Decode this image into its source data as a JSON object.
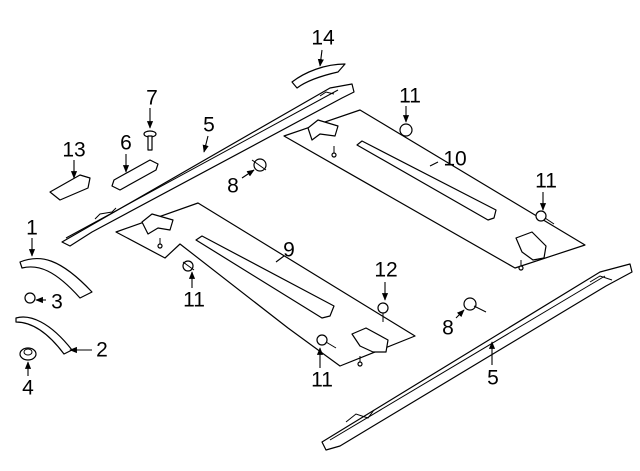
{
  "diagram": {
    "callouts": [
      {
        "id": "c1",
        "label": "1"
      },
      {
        "id": "c2",
        "label": "2"
      },
      {
        "id": "c3",
        "label": "3"
      },
      {
        "id": "c4",
        "label": "4"
      },
      {
        "id": "c5a",
        "label": "5"
      },
      {
        "id": "c5b",
        "label": "5"
      },
      {
        "id": "c6",
        "label": "6"
      },
      {
        "id": "c7",
        "label": "7"
      },
      {
        "id": "c8a",
        "label": "8"
      },
      {
        "id": "c8b",
        "label": "8"
      },
      {
        "id": "c9",
        "label": "9"
      },
      {
        "id": "c10",
        "label": "10"
      },
      {
        "id": "c11a",
        "label": "11"
      },
      {
        "id": "c11b",
        "label": "11"
      },
      {
        "id": "c11c",
        "label": "11"
      },
      {
        "id": "c11d",
        "label": "11"
      },
      {
        "id": "c12",
        "label": "12"
      },
      {
        "id": "c13",
        "label": "13"
      },
      {
        "id": "c14",
        "label": "14"
      }
    ]
  }
}
